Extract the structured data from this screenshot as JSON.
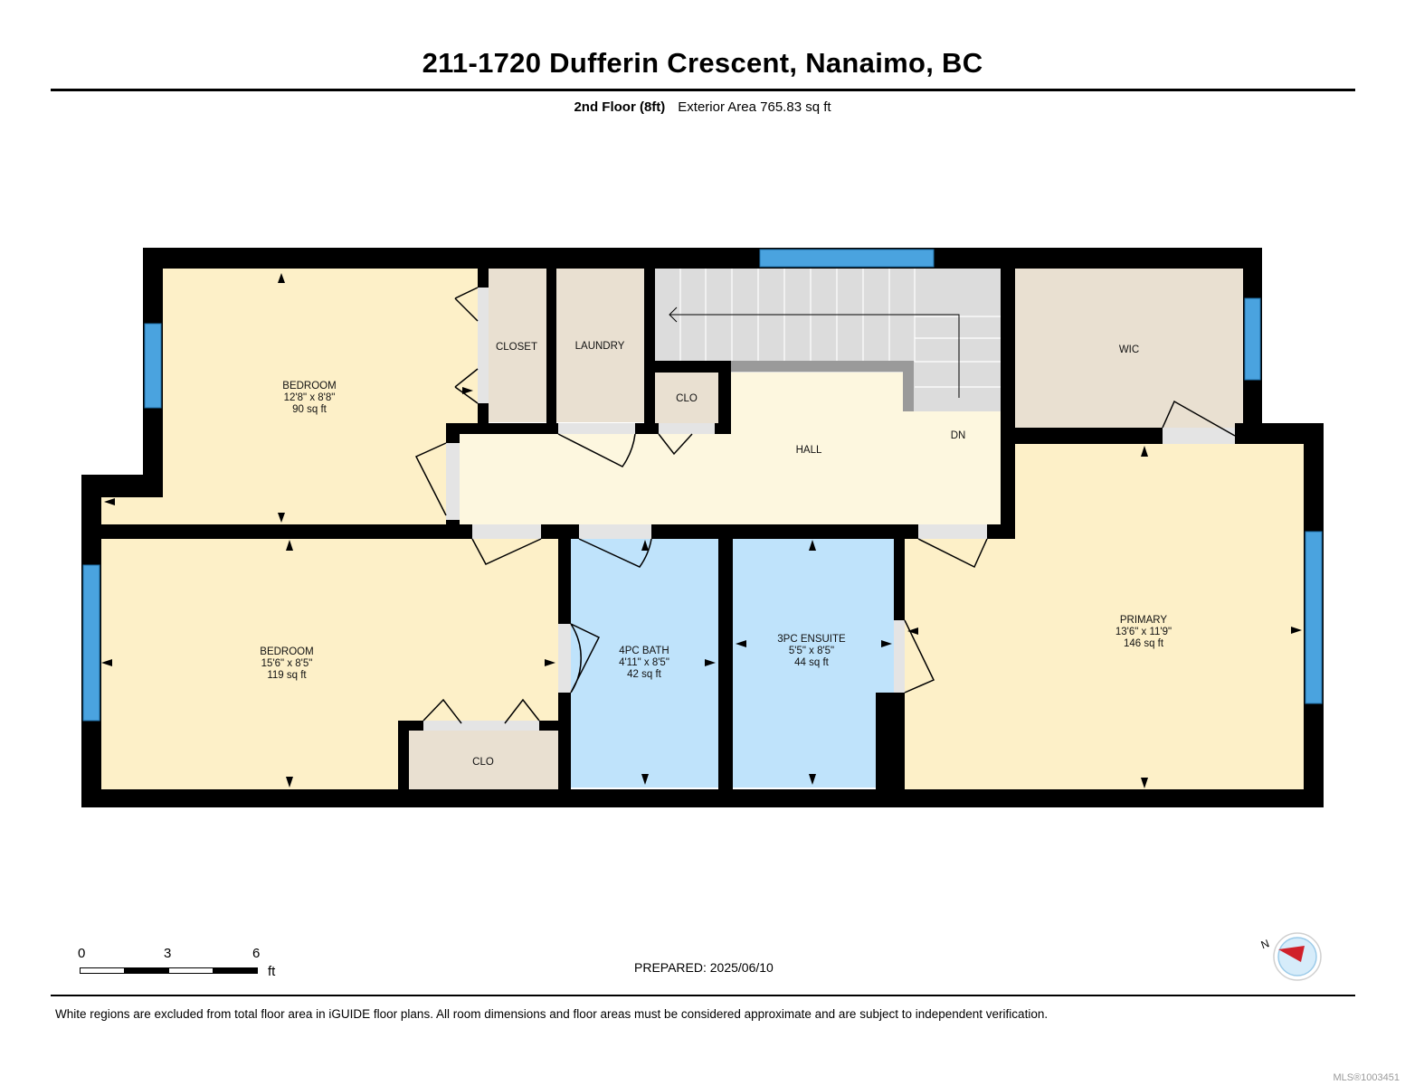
{
  "header": {
    "title": "211-1720 Dufferin Crescent, Nanaimo, BC",
    "floor_label": "2nd Floor (8ft)",
    "area_label": "Exterior Area 765.83 sq ft"
  },
  "rooms": {
    "bedroom_top": {
      "name": "BEDROOM",
      "dims": "12'8\" x 8'8\"",
      "area": "90 sq ft"
    },
    "closet": {
      "name": "CLOSET"
    },
    "laundry": {
      "name": "LAUNDRY"
    },
    "clo_hall": {
      "name": "CLO"
    },
    "wic": {
      "name": "WIC"
    },
    "hall": {
      "name": "HALL"
    },
    "dn": {
      "name": "DN"
    },
    "bedroom_bottom": {
      "name": "BEDROOM",
      "dims": "15'6\" x 8'5\"",
      "area": "119 sq ft"
    },
    "clo_bedroom": {
      "name": "CLO"
    },
    "bath": {
      "name": "4PC BATH",
      "dims": "4'11\" x 8'5\"",
      "area": "42 sq ft"
    },
    "ensuite": {
      "name": "3PC ENSUITE",
      "dims": "5'5\" x 8'5\"",
      "area": "44 sq ft"
    },
    "primary": {
      "name": "PRIMARY",
      "dims": "13'6\" x 11'9\"",
      "area": "146 sq ft"
    }
  },
  "scale_bar": {
    "ticks": [
      "0",
      "3",
      "6"
    ],
    "unit": "ft"
  },
  "compass": {
    "label": "N"
  },
  "prepared": "PREPARED: 2025/06/10",
  "footer": "White regions are excluded from total floor area in iGUIDE floor plans. All room dimensions and floor areas must be considered approximate and are subject to independent verification.",
  "watermark": "MLS®1003451",
  "colors": {
    "bedroom_fill": "#fdf0c8",
    "hall_fill": "#fdf7df",
    "bath_fill": "#bfe3fb",
    "closet_fill": "#e9e0d1",
    "stairs_fill": "#dcdcdc",
    "wall": "#000000",
    "window": "#4aa3df"
  }
}
